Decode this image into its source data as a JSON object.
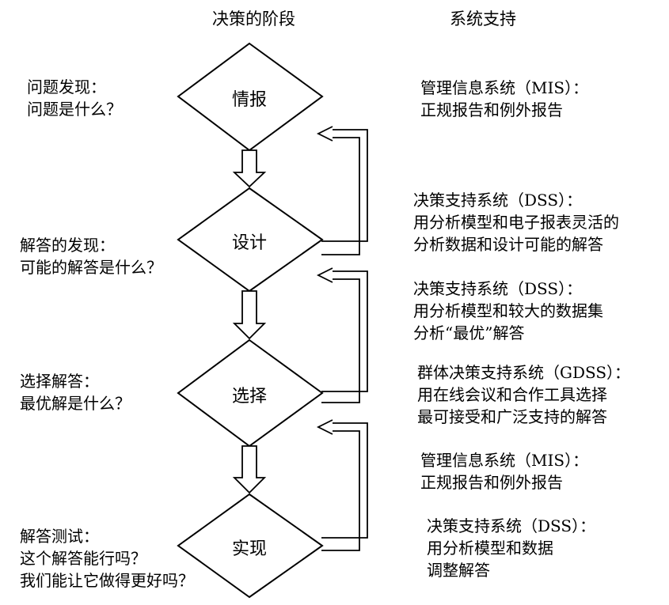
{
  "headers": {
    "stages": "决策的阶段",
    "support": "系统支持"
  },
  "stages": [
    {
      "name": "情报",
      "question": [
        "问题发现：",
        "问题是什么？"
      ],
      "support": [
        {
          "lines": [
            "管理信息系统（MIS）：",
            "正规报告和例外报告"
          ]
        }
      ]
    },
    {
      "name": "设计",
      "question": [
        "解答的发现：",
        "可能的解答是什么？"
      ],
      "support": [
        {
          "lines": [
            "决策支持系统（DSS）：",
            "用分析模型和电子报表灵活的",
            "分析数据和设计可能的解答"
          ]
        }
      ]
    },
    {
      "name": "选择",
      "question": [
        "选择解答：",
        "最优解是什么？"
      ],
      "support": [
        {
          "lines": [
            "决策支持系统（DSS）：",
            "用分析模型和较大的数据集",
            "分析“最优”解答"
          ]
        },
        {
          "lines": [
            "群体决策支持系统（GDSS）：",
            "用在线会议和合作工具选择",
            "最可接受和广泛支持的解答"
          ]
        }
      ]
    },
    {
      "name": "实现",
      "question": [
        "解答测试：",
        "这个解答能行吗？",
        "我们能让它做得更好吗？"
      ],
      "support": [
        {
          "lines": [
            "管理信息系统（MIS）：",
            "正规报告和例外报告"
          ]
        },
        {
          "lines": [
            "决策支持系统（DSS）：",
            "用分析模型和数据",
            "调整解答"
          ]
        }
      ]
    }
  ]
}
